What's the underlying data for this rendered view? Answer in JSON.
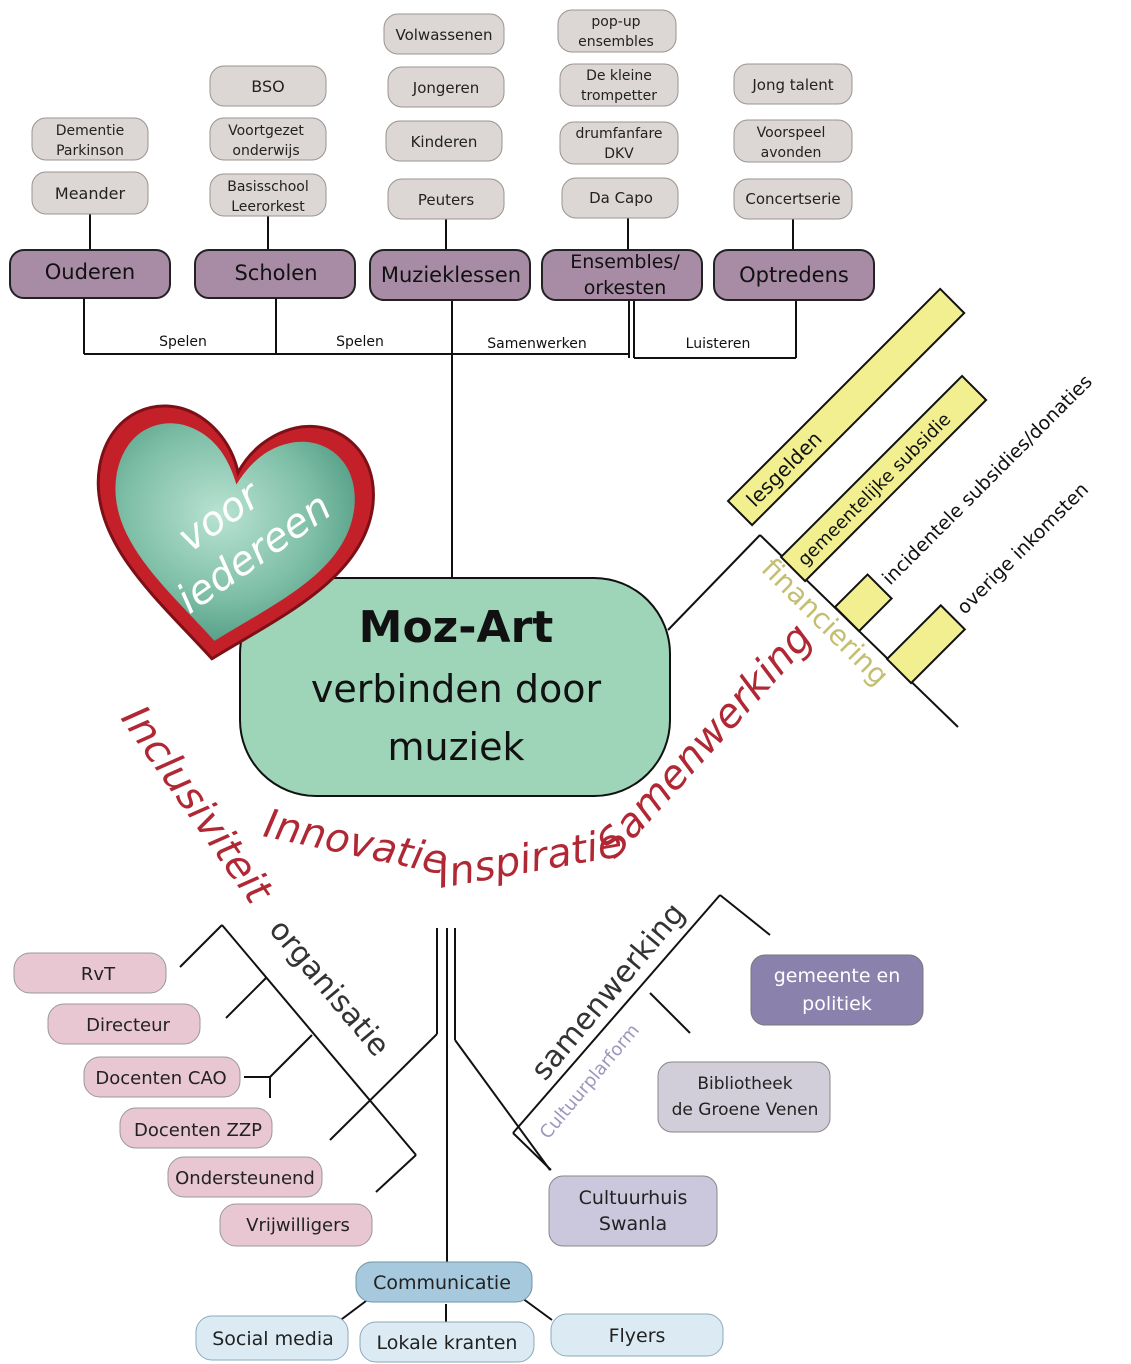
{
  "center": {
    "title": "Moz-Art",
    "line1": "verbinden door",
    "line2": "muziek"
  },
  "heart": {
    "line1": "voor",
    "line2": "iedereen"
  },
  "values": {
    "inclusiviteit": "Inclusiviteit",
    "innovatie": "Innovatie",
    "inspiratie": "Inspiratie",
    "samenwerking": "Samenwerking"
  },
  "top": {
    "categories": {
      "ouderen": "Ouderen",
      "scholen": "Scholen",
      "muzieklessen": "Muzieklessen",
      "ensembles_1": "Ensembles/",
      "ensembles_2": "orkesten",
      "optredens": "Optredens"
    },
    "connectors": {
      "spelen_1": "Spelen",
      "spelen_2": "Spelen",
      "samenwerken": "Samenwerken",
      "luisteren": "Luisteren"
    },
    "ouderen_items": {
      "dementie_1": "Dementie",
      "dementie_2": "Parkinson",
      "meander": "Meander"
    },
    "scholen_items": {
      "bso": "BSO",
      "voortgezet_1": "Voortgezet",
      "voortgezet_2": "onderwijs",
      "basisschool_1": "Basisschool",
      "basisschool_2": "Leerorkest"
    },
    "muzieklessen_items": {
      "volwassenen": "Volwassenen",
      "jongeren": "Jongeren",
      "kinderen": "Kinderen",
      "peuters": "Peuters"
    },
    "ensembles_items": {
      "popup_1": "pop-up",
      "popup_2": "ensembles",
      "kleine_1": "De kleine",
      "kleine_2": "trompetter",
      "drum_1": "drumfanfare",
      "drum_2": "DKV",
      "dacapo": "Da Capo"
    },
    "optredens_items": {
      "jongtalent": "Jong talent",
      "voorspeel_1": "Voorspeel",
      "voorspeel_2": "avonden",
      "concertserie": "Concertserie"
    }
  },
  "financiering": {
    "label": "financiering",
    "lesgelden": "lesgelden",
    "gemeentelijke": "gemeentelijke subsidie",
    "incidentele": "incidentele subsidies/donaties",
    "overige": "overige inkomsten"
  },
  "organisatie": {
    "label": "organisatie",
    "items": {
      "rvt": "RvT",
      "directeur": "Directeur",
      "cao": "Docenten CAO",
      "zzp": "Docenten ZZP",
      "ondersteunend": "Ondersteunend",
      "vrijwilligers": "Vrijwilligers"
    }
  },
  "samenwerking": {
    "label": "samenwerking",
    "platform": "Cultuurplarform",
    "gemeente_1": "gemeente en",
    "gemeente_2": "politiek",
    "bieb_1": "Bibliotheek",
    "bieb_2": "de Groene Venen",
    "cultuurhuis_1": "Cultuurhuis",
    "cultuurhuis_2": "Swanla"
  },
  "communicatie": {
    "label": "Communicatie",
    "social": "Social media",
    "kranten": "Lokale kranten",
    "flyers": "Flyers"
  },
  "colors": {
    "category_fill": "#a88ba5",
    "item_fill": "#dcd7d4",
    "center_fill": "#9ed4b8",
    "heart_red": "#c4202a",
    "heart_green": "#8fc9b3",
    "value_red": "#b12835",
    "finance_yellow": "#f2ef91",
    "finance_label": "#c4bf70",
    "org_pink": "#e8c6d2",
    "gemeente_fill": "#8a82ad",
    "bieb_fill": "#d1ceda",
    "cultuurhuis_fill": "#cbc7dc",
    "comm_fill": "#a7c9dd",
    "comm_item_fill": "#dcebf3",
    "platform_text": "#9b97bd"
  }
}
